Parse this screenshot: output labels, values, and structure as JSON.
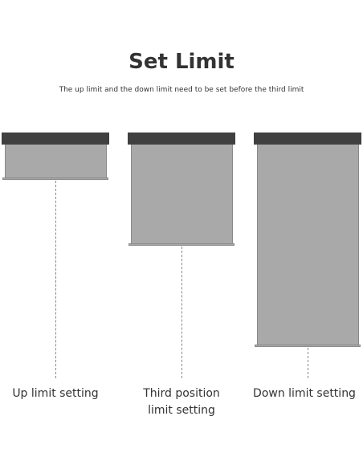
{
  "title": "Set Limit",
  "subtitle": "The up limit and the down limit need to be set before the third limit",
  "colors": {
    "headrail": "#404040",
    "shade": "#a9a9a9",
    "text": "#333333"
  },
  "panels": [
    {
      "label_line1": "Up limit setting",
      "label_line2": ""
    },
    {
      "label_line1": "Third position",
      "label_line2": "limit setting"
    },
    {
      "label_line1": "Down limit setting",
      "label_line2": ""
    }
  ]
}
